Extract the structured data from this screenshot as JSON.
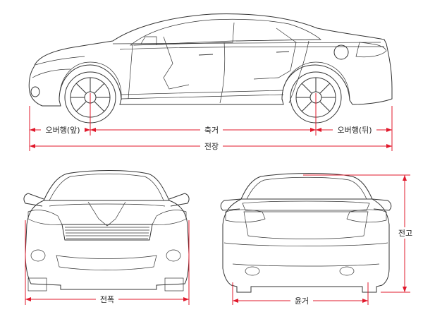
{
  "labels": {
    "front_overhang": "오버행(앞)",
    "wheelbase": "축거",
    "rear_overhang": "오버행(뒤)",
    "overall_length": "전장",
    "overall_width": "전폭",
    "tread": "윤거",
    "overall_height": "전고"
  },
  "colors": {
    "dimension": "#e0182b",
    "outline": "#333333"
  }
}
